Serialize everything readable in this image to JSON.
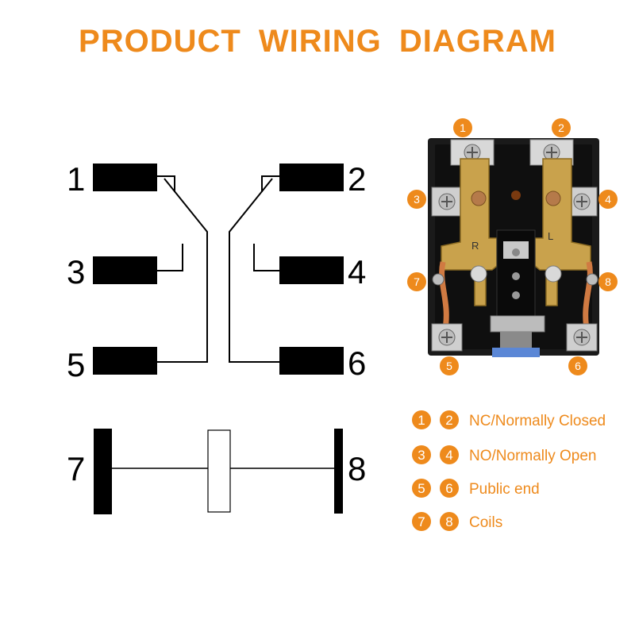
{
  "title": "PRODUCT  WIRING  DIAGRAM",
  "colors": {
    "accent": "#ee8a1c",
    "ink": "#000000",
    "relay_body": "#1a1a1a",
    "brass": "#c9a24c",
    "copper": "#d07a42"
  },
  "schematic": {
    "pins": {
      "p1": "1",
      "p2": "2",
      "p3": "3",
      "p4": "4",
      "p5": "5",
      "p6": "6",
      "p7": "7",
      "p8": "8"
    }
  },
  "photo": {
    "badges": {
      "b1": "1",
      "b2": "2",
      "b3": "3",
      "b4": "4",
      "b5": "5",
      "b6": "6",
      "b7": "7",
      "b8": "8"
    },
    "stamp_left": "R",
    "stamp_right": "L"
  },
  "legend": [
    {
      "a": "1",
      "b": "2",
      "text": "NC/Normally Closed"
    },
    {
      "a": "3",
      "b": "4",
      "text": "NO/Normally Open"
    },
    {
      "a": "5",
      "b": "6",
      "text": "Public end"
    },
    {
      "a": "7",
      "b": "8",
      "text": "Coils"
    }
  ]
}
